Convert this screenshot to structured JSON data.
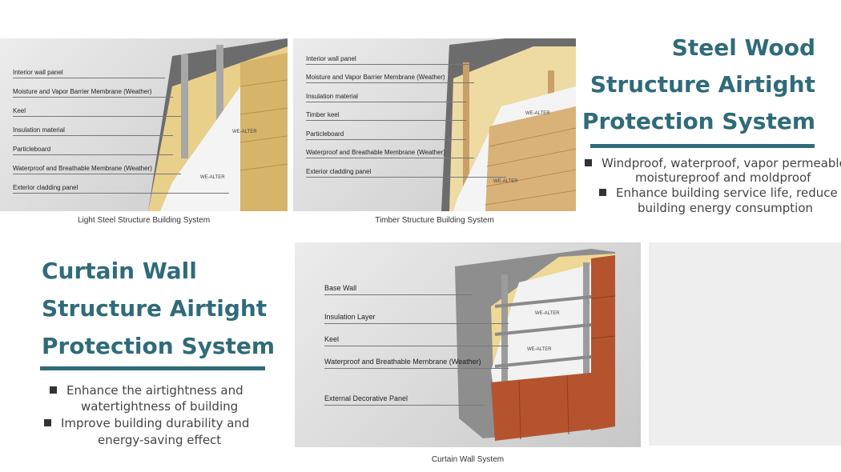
{
  "light_steel": {
    "callouts": [
      "Interior wall panel",
      "Moisture and Vapor Barrier Membrane (Weather)",
      "Keel",
      "Insulation material",
      "Particleboard",
      "Waterproof and Breathable Membrane (Weather)",
      "Exterior cladding panel"
    ],
    "caption": "Light Steel Structure Building System"
  },
  "timber": {
    "callouts": [
      "Interior wall panel",
      "Moisture and Vapor Barrier Membrane (Weather)",
      "Insulation material",
      "Timber keel",
      "Particleboard",
      "Waterproof and Breathable Membrane (Weather)",
      "Exterior cladding panel"
    ],
    "caption": "Timber Structure Building System"
  },
  "steel_wood": {
    "title_lines": [
      "Steel Wood",
      "Structure Airtight",
      "Protection System"
    ],
    "bullets": [
      {
        "line1": "Windproof, waterproof, vapor permeable,",
        "line2": "moistureproof and moldproof"
      },
      {
        "line1": "Enhance building service life, reduce",
        "line2": "building energy consumption"
      }
    ]
  },
  "curtain_wall": {
    "title_lines": [
      "Curtain Wall",
      "Structure Airtight",
      "Protection System"
    ],
    "bullets": [
      {
        "line1": "Enhance the airtightness and",
        "line2": "watertightness of building"
      },
      {
        "line1": "Improve building durability and",
        "line2": "energy-saving effect"
      }
    ],
    "callouts": [
      "Base Wall",
      "Insulation Layer",
      "Keel",
      "Waterproof and Breathable Membrane (Weather)",
      "External Decorative Panel"
    ],
    "caption": "Curtain Wall System"
  },
  "brand_text": "WE-ALTER",
  "colors": {
    "title": "#2f6b7a",
    "insulation": "#e8cf8a",
    "brick": "#b5532f",
    "wood": "#d9b27a"
  }
}
